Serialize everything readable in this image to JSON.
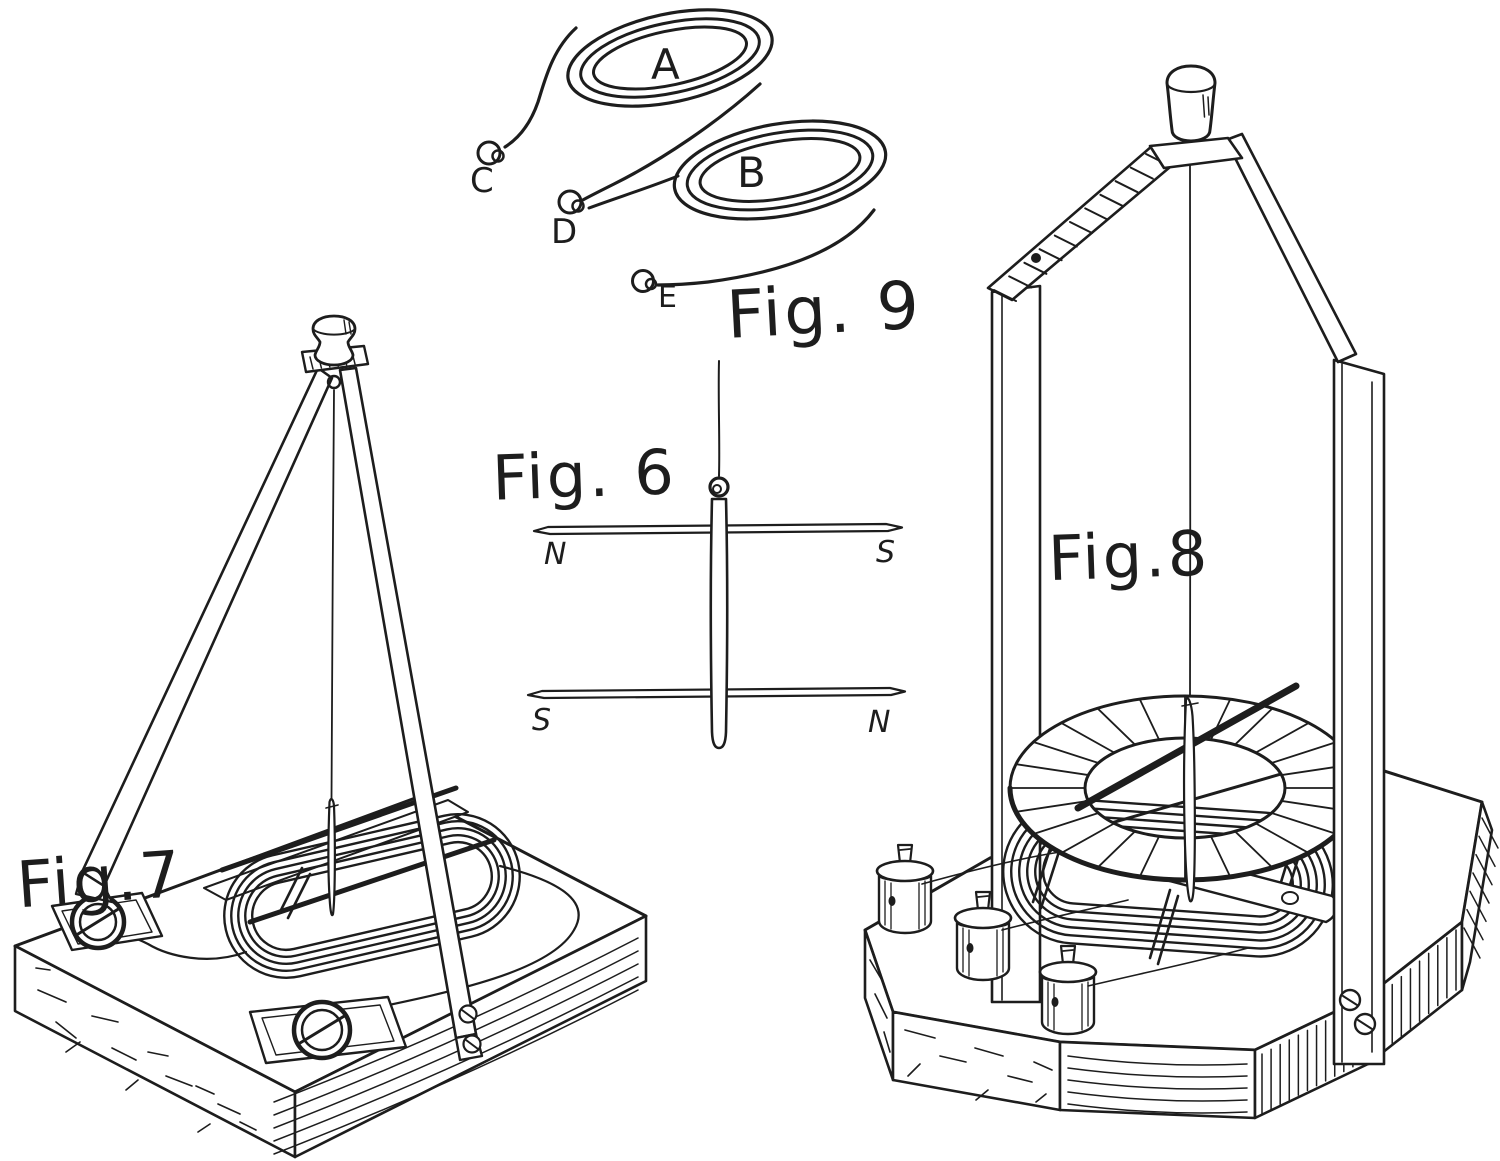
{
  "colors": {
    "ink": "#1d1d1d",
    "paper": "#ffffff"
  },
  "figures": {
    "fig6": {
      "label": "Fig. 6",
      "top_needle_left": "N",
      "top_needle_right": "S",
      "bottom_needle_left": "S",
      "bottom_needle_right": "N"
    },
    "fig7": {
      "label": "Fig.7"
    },
    "fig8": {
      "label": "Fig.8"
    },
    "fig9": {
      "label": "Fig. 9",
      "coil_a": "A",
      "coil_b": "B",
      "end_c": "C",
      "end_d": "D",
      "end_e": "E"
    }
  }
}
